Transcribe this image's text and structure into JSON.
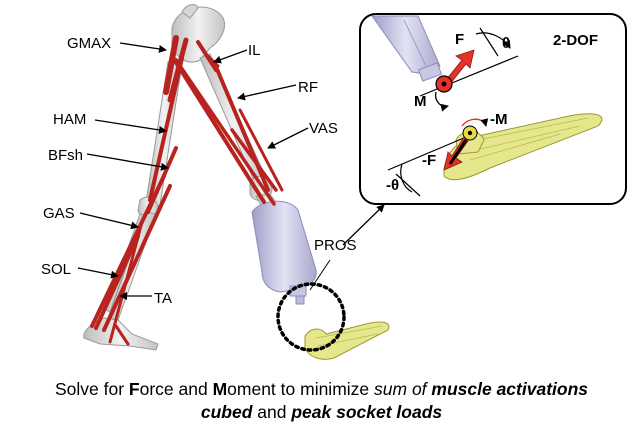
{
  "labels": {
    "muscles": {
      "gmax": "GMAX",
      "il": "IL",
      "rf": "RF",
      "ham": "HAM",
      "vas": "VAS",
      "bfsh": "BFsh",
      "gas": "GAS",
      "sol": "SOL",
      "ta": "TA"
    },
    "pros": "PROS"
  },
  "inset": {
    "title": "2-DOF",
    "force": "F",
    "theta": "θ",
    "moment": "M",
    "neg_moment": "-M",
    "neg_force": "-F",
    "neg_theta": "-θ"
  },
  "caption": {
    "line1": {
      "p1": "Solve for ",
      "p2": "F",
      "p3": "orce and ",
      "p4": "M",
      "p5": "oment to minimize ",
      "p6": "sum of ",
      "p7": "muscle activations"
    },
    "line2": {
      "p1": "cubed",
      "p2": " and ",
      "p3": "peak socket loads"
    }
  },
  "colors": {
    "muscle": "#b8231f",
    "bone": "#dcdcdc",
    "socket": "#c8c8e6",
    "foot": "#e8e890",
    "arrow": "#e8302a"
  }
}
